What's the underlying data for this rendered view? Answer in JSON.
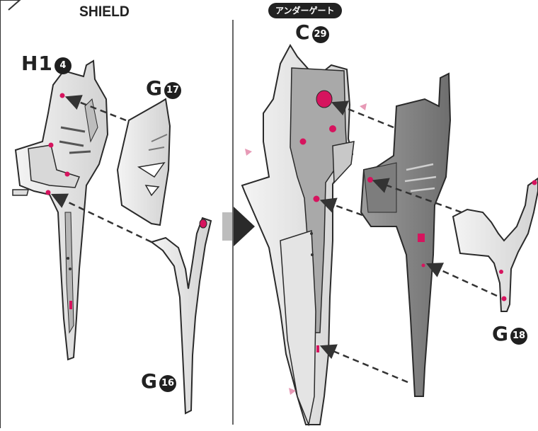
{
  "left_panel": {
    "title": "SHIELD",
    "labels": {
      "h1": {
        "letter": "H1",
        "num": "4"
      },
      "g17": {
        "letter": "G",
        "num": "17"
      },
      "g16": {
        "letter": "G",
        "num": "16"
      }
    }
  },
  "right_panel": {
    "badge": "アンダーゲート",
    "labels": {
      "c29": {
        "letter": "C",
        "num": "29"
      },
      "g18": {
        "letter": "G",
        "num": "18"
      }
    }
  },
  "colors": {
    "part_light": "#e6e6e6",
    "part_mid": "#c9c9c9",
    "part_dark": "#8e8e8e",
    "peg_magenta": "#d6145e",
    "outline": "#2a2a2a",
    "arrow": "#333333"
  }
}
